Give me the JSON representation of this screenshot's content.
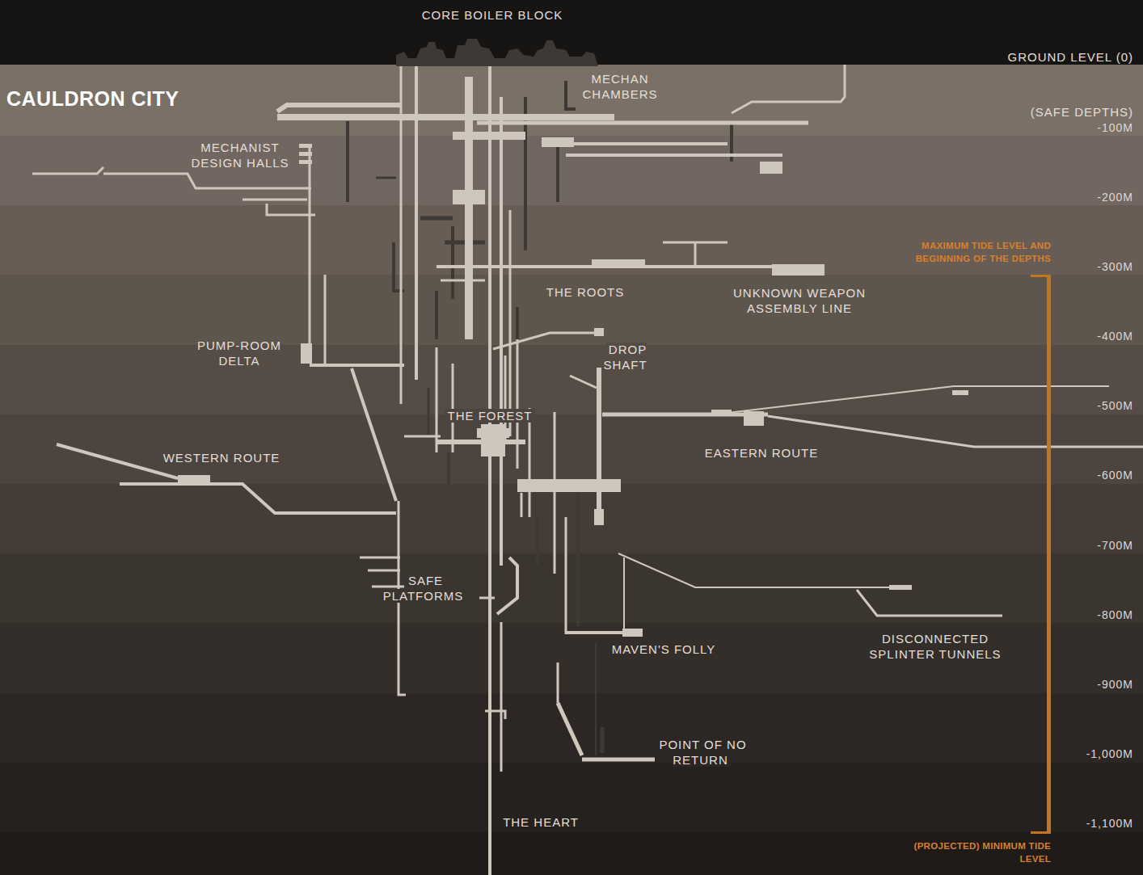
{
  "diagram": {
    "title": "CAULDRON CITY",
    "labels": [
      "CORE BOILER BLOCK",
      "GROUND LEVEL (0)",
      "MECHAN CHAMBERS",
      "(SAFE DEPTHS)",
      "-100M",
      "MECHANIST DESIGN HALLS",
      "-200M",
      "MAXIMUM TIDE LEVEL AND BEGINNING OF THE DEPTHS",
      "-300M",
      "THE ROOTS",
      "UNKNOWN WEAPON ASSEMBLY LINE",
      "-400M",
      "PUMP-ROOM DELTA",
      "DROP SHAFT",
      "-500M",
      "THE FOREST",
      "EASTERN ROUTE",
      "WESTERN ROUTE",
      "-600M",
      "-700M",
      "SAFE PLATFORMS",
      "-800M",
      "DISCONNECTED SPLINTER TUNNELS",
      "MAVEN'S FOLLY",
      "-900M",
      "POINT OF NO RETURN",
      "-1,000M",
      "-1,100M",
      "THE HEART",
      "(PROJECTED) MINIMUM TIDE LEVEL"
    ]
  }
}
